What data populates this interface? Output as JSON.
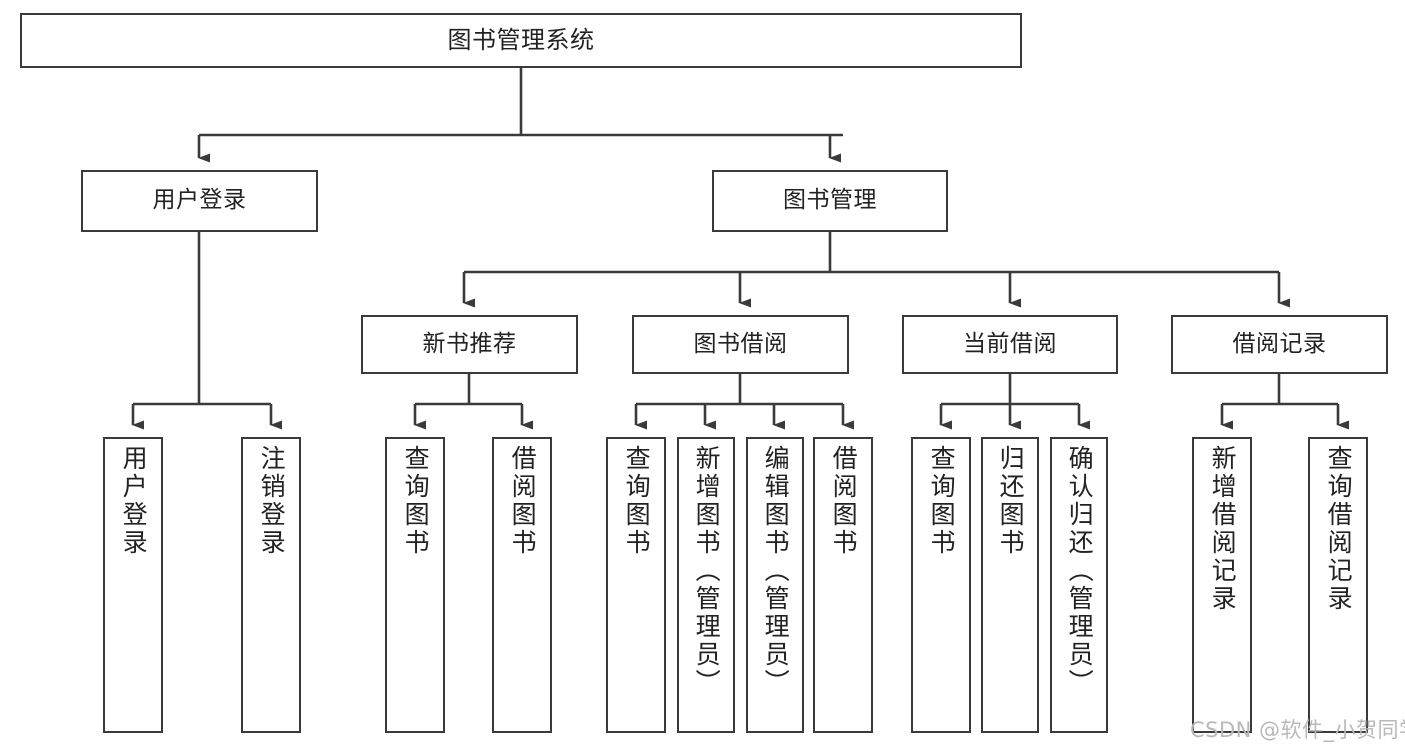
{
  "diagram": {
    "type": "tree",
    "title": "图书管理系统",
    "stroke_color": "#3a3a3a",
    "text_color": "#222222",
    "background_color": "#ffffff",
    "root": {
      "label": "图书管理系统"
    },
    "level2": [
      {
        "label": "用户登录"
      },
      {
        "label": "图书管理"
      }
    ],
    "level3": [
      {
        "label": "新书推荐"
      },
      {
        "label": "图书借阅"
      },
      {
        "label": "当前借阅"
      },
      {
        "label": "借阅记录"
      }
    ],
    "leaves": {
      "user_login": [
        {
          "label": "用户登录"
        },
        {
          "label": "注销登录"
        }
      ],
      "new_book_recommend": [
        {
          "label": "查询图书"
        },
        {
          "label": "借阅图书"
        }
      ],
      "book_borrow": [
        {
          "label": "查询图书"
        },
        {
          "label": "新增图书（管理员）"
        },
        {
          "label": "编辑图书（管理员）"
        },
        {
          "label": "借阅图书"
        }
      ],
      "current_borrow": [
        {
          "label": "查询图书"
        },
        {
          "label": "归还图书"
        },
        {
          "label": "确认归还（管理员）"
        }
      ],
      "borrow_records": [
        {
          "label": "新增借阅记录"
        },
        {
          "label": "查询借阅记录"
        }
      ]
    }
  },
  "watermark": {
    "text": "CSDN @软件_小贺同学",
    "color": "#b9b9b9"
  }
}
